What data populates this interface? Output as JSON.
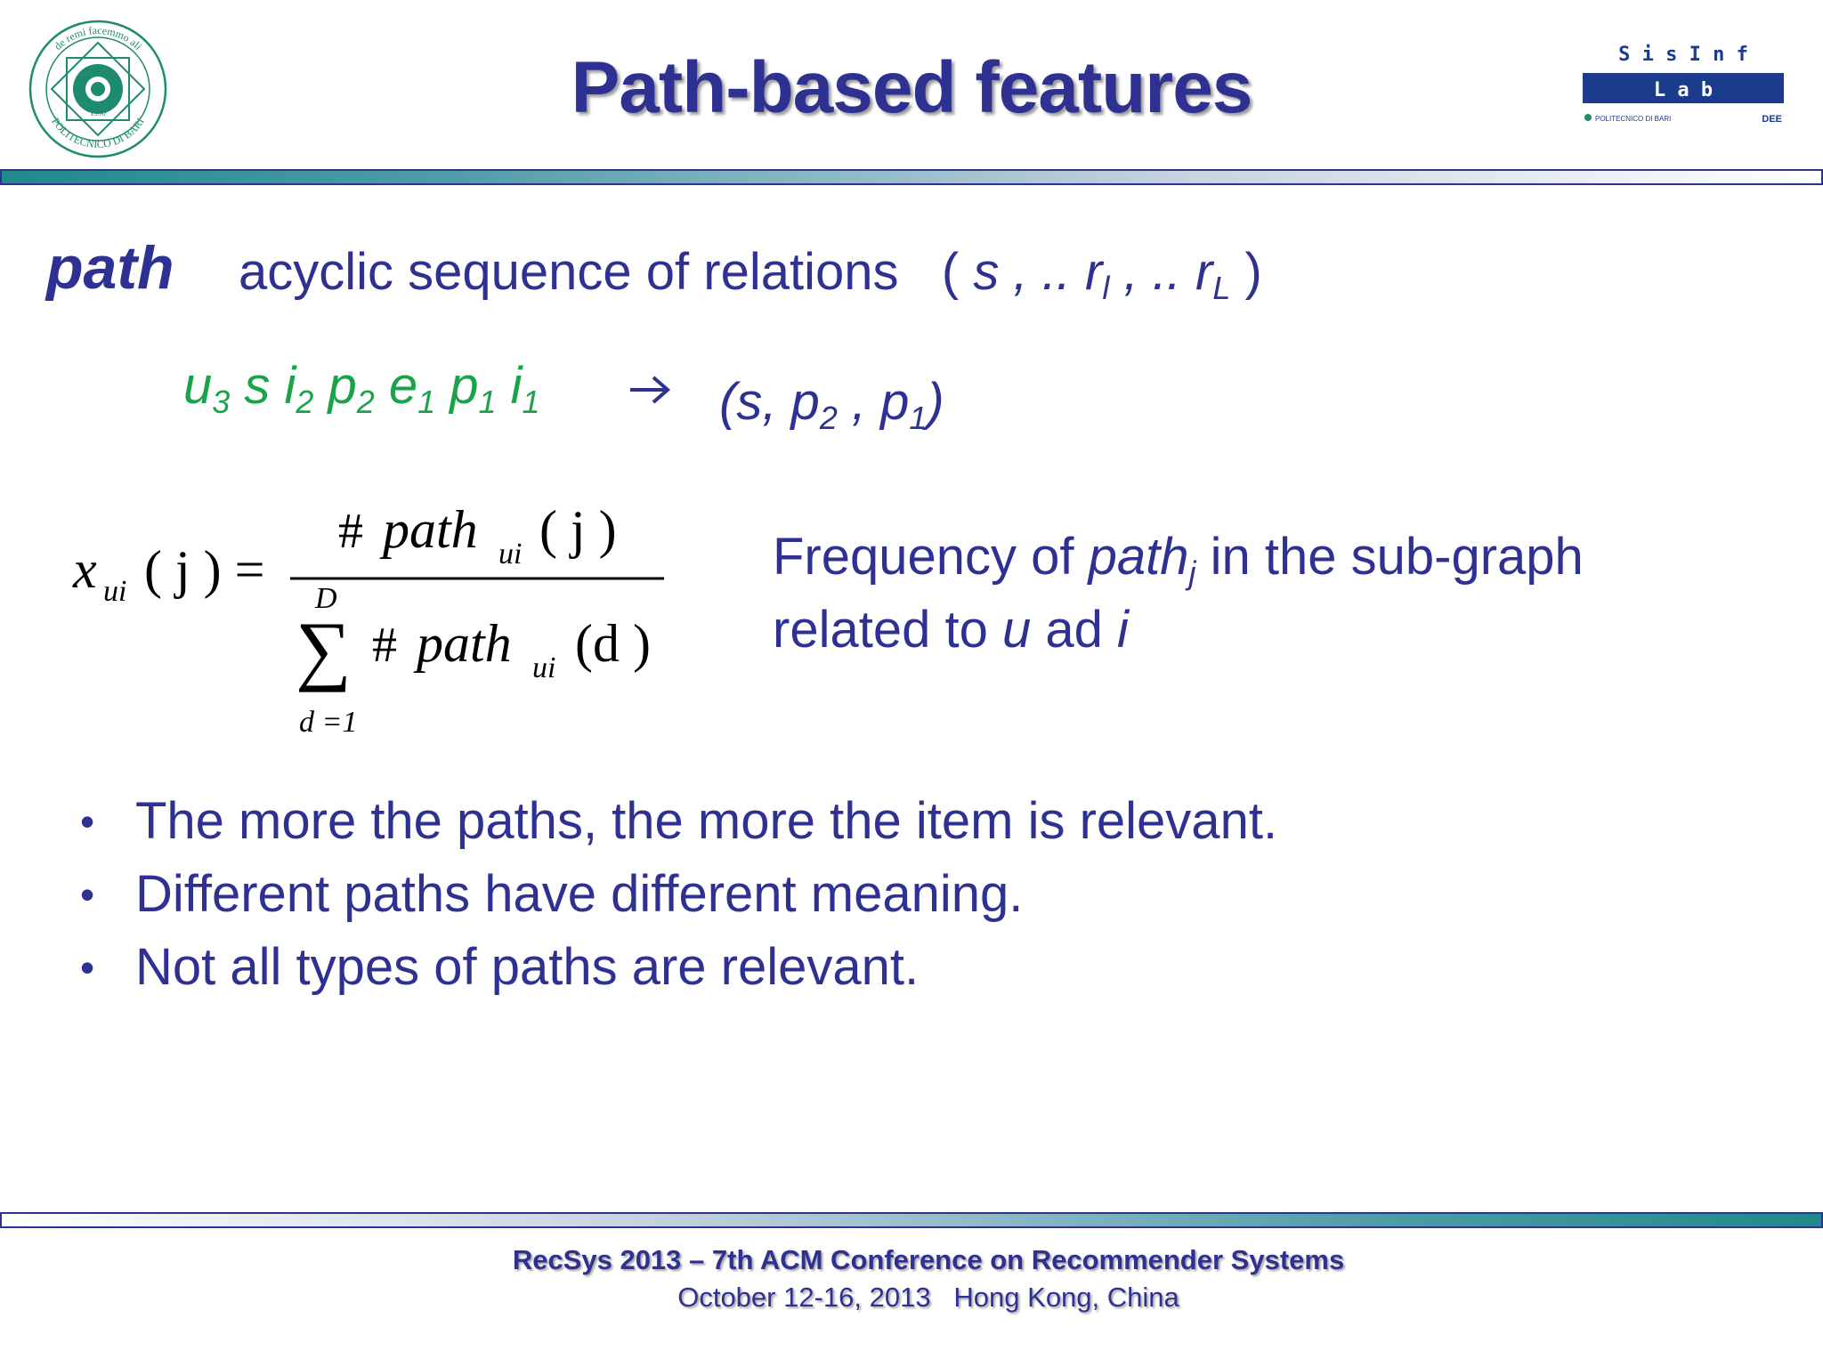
{
  "slide": {
    "title": "Path-based features"
  },
  "logos": {
    "left": {
      "text_top": "de remi facemmo ali",
      "text_bottom": "POLITECNICO DI BARI",
      "year": "1990"
    },
    "right": {
      "top": "S i s I n f",
      "middle": "L a b",
      "small_left": "POLITECNICO DI BARI",
      "small_right": "DEE"
    }
  },
  "definition": {
    "term": "path",
    "description": "acyclic sequence of relations",
    "open": "( ",
    "s": "s",
    "sep1": " , .. ",
    "r": "r",
    "sub_l": "l",
    "sep2": " , .. ",
    "r2": "r",
    "sub_L": "L",
    "close": " )"
  },
  "example": {
    "sequence": [
      {
        "sym": "u",
        "sub": "3"
      },
      {
        "sym": " s ",
        "sub": ""
      },
      {
        "sym": "i",
        "sub": "2"
      },
      {
        "sym": " p",
        "sub": "2"
      },
      {
        "sym": " e",
        "sub": "1"
      },
      {
        "sym": " p",
        "sub": "1"
      },
      {
        "sym": " i",
        "sub": "1"
      }
    ],
    "tuple_open": "(s, p",
    "tuple_sub1": "2",
    "tuple_mid": " , p",
    "tuple_sub2": "1",
    "tuple_close": ")"
  },
  "formula": {
    "lhs": "x",
    "lhs_sub": "ui",
    "lhs_arg": "( j ) =",
    "num_hash": "#",
    "num_path": "path",
    "num_sub": "ui",
    "num_arg": "( j )",
    "sum_top": "D",
    "sum_symbol": "∑",
    "den_hash": "#",
    "den_path": "path",
    "den_sub": "ui",
    "den_arg": "(d )",
    "sum_bottom": "d =1"
  },
  "frequency": {
    "line1_a": "Frequency of ",
    "line1_path": "path",
    "line1_sub": "j",
    "line1_b": " in the sub-graph",
    "line2_a": "related to ",
    "line2_u": "u",
    "line2_b": " ad ",
    "line2_i": "i"
  },
  "bullets": [
    "The more the paths, the more the item is relevant.",
    "Different paths have different meaning.",
    "Not all types of paths are relevant."
  ],
  "bullet_glyph": "•",
  "footer": {
    "line1": "RecSys 2013 – 7th ACM Conference on Recommender Systems",
    "line2": "October 12-16, 2013   Hong Kong, China"
  },
  "colors": {
    "primary": "#2e3192",
    "green": "#1aa34a",
    "teal": "#1f8a8a",
    "logo_green": "#1e8a70",
    "logo_navy": "#1b3c8c"
  }
}
